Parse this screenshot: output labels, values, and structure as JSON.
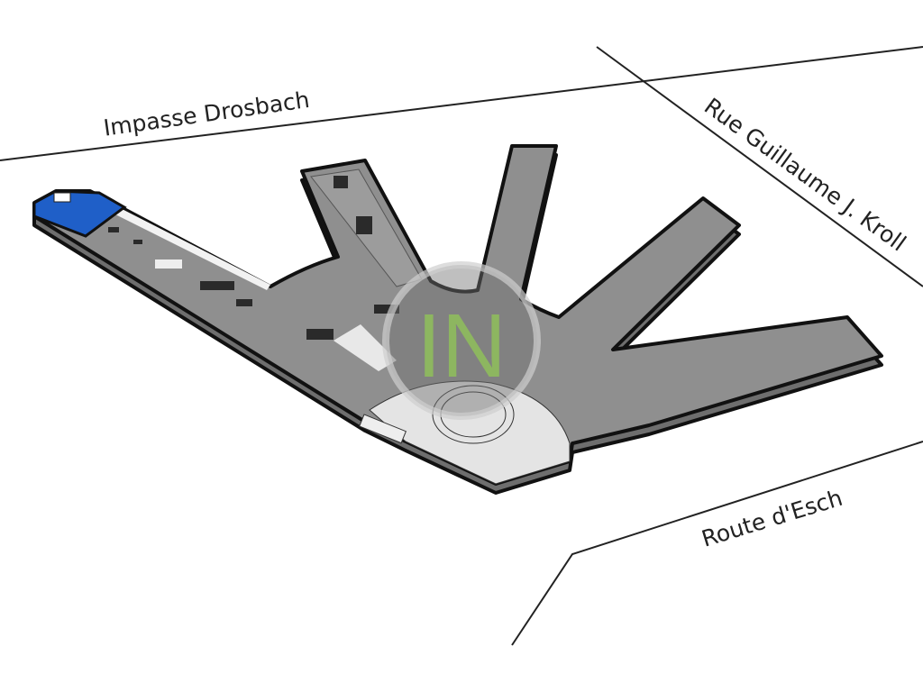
{
  "streets": {
    "north": "Impasse Drosbach",
    "east": "Rue Guillaume J. Kroll",
    "south": "Route d'Esch"
  },
  "logo": {
    "text": "IN"
  },
  "colors": {
    "building": "#8f8f8f",
    "highlight": "#1f5fc8",
    "plaza": "#e4e4e4",
    "logo_text": "#8fbf5a"
  }
}
